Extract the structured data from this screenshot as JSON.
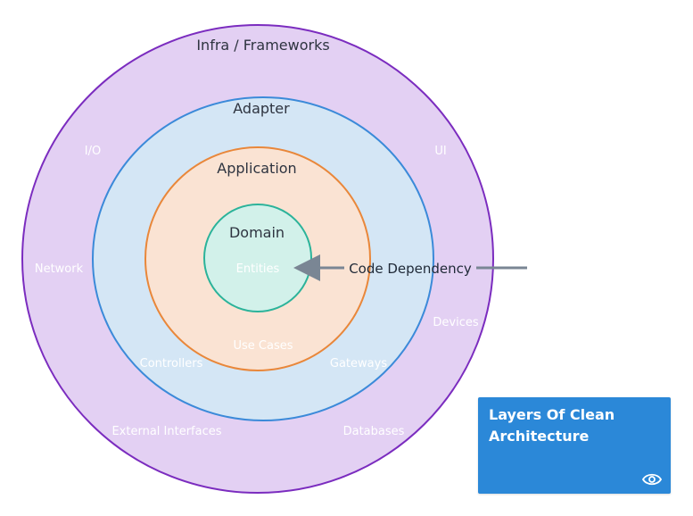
{
  "layers": {
    "infra": {
      "label": "Infra / Frameworks",
      "color": "#e3d0f3",
      "stroke": "#7b2cbf"
    },
    "adapter": {
      "label": "Adapter",
      "color": "#d4e6f5",
      "stroke": "#3b8ad9"
    },
    "application": {
      "label": "Application",
      "color": "#fae3d3",
      "stroke": "#e9873a"
    },
    "domain": {
      "label": "Domain",
      "color": "#d2f1ea",
      "stroke": "#2bb39a"
    }
  },
  "items": {
    "io": "I/O",
    "ui": "UI",
    "network": "Network",
    "devices": "Devices",
    "external_interfaces": "External Interfaces",
    "databases": "Databases",
    "controllers": "Controllers",
    "gateways": "Gateways",
    "use_cases": "Use Cases",
    "entities": "Entities"
  },
  "arrow": {
    "label": "Code Dependency",
    "color": "#7a8694"
  },
  "card": {
    "title": "Layers Of Clean Architecture",
    "icon": "eye-icon"
  }
}
